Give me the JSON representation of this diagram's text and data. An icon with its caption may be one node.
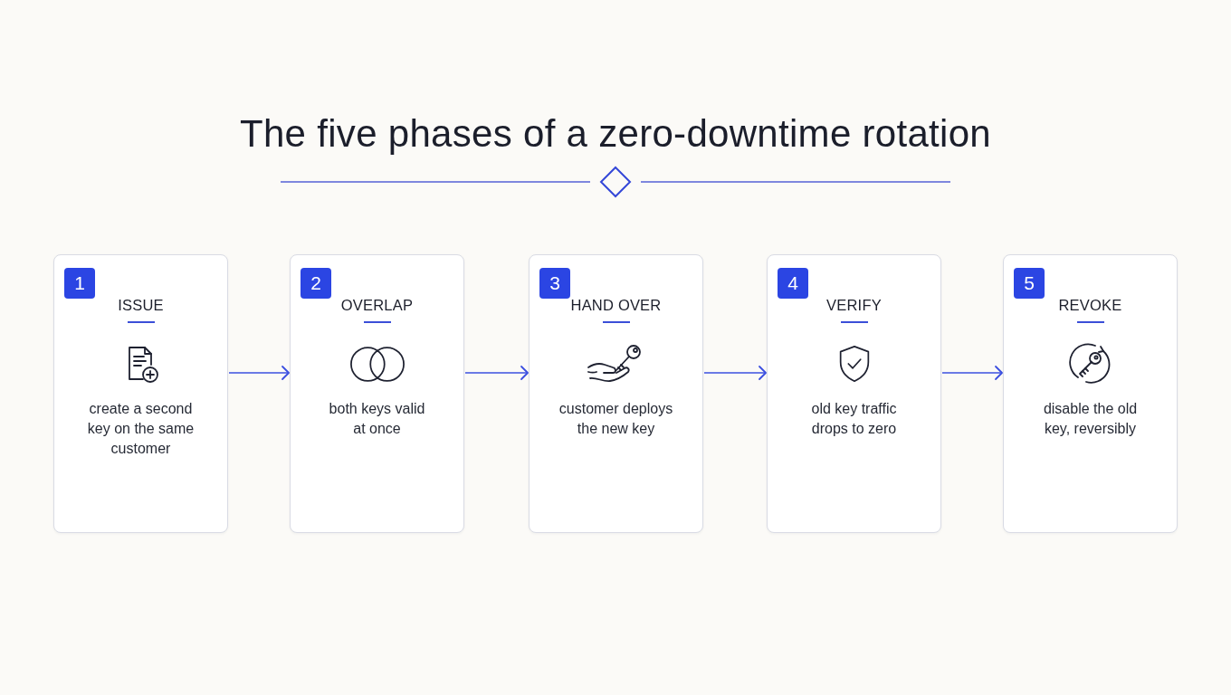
{
  "diagram": {
    "title": "The five phases of a zero-downtime rotation",
    "nodes": [
      {
        "text": [
          "ISSUE",
          "create a second key on the same customer"
        ]
      },
      {
        "text": [
          "1"
        ],
        "in": 0
      },
      {
        "text": [
          "OVERLAP",
          "both keys valid at once"
        ]
      },
      {
        "text": [
          "2"
        ],
        "in": 2
      },
      {
        "text": [
          "HAND OVER",
          "customer deploys the new key"
        ]
      },
      {
        "text": [
          "3"
        ],
        "in": 4
      },
      {
        "text": [
          "VERIFY",
          "old key traffic drops to zero"
        ]
      },
      {
        "text": [
          "4"
        ],
        "in": 6
      },
      {
        "text": [
          "REVOKE",
          "disable the old key, reversibly"
        ]
      },
      {
        "text": [
          "5"
        ],
        "in": 8
      }
    ],
    "edges": [
      {
        "from": 0,
        "to": 2,
        "arrow": "to"
      },
      {
        "from": 2,
        "to": 4,
        "arrow": "to"
      },
      {
        "from": 4,
        "to": 6,
        "arrow": "to"
      },
      {
        "from": 6,
        "to": 8,
        "arrow": "to"
      }
    ]
  }
}
